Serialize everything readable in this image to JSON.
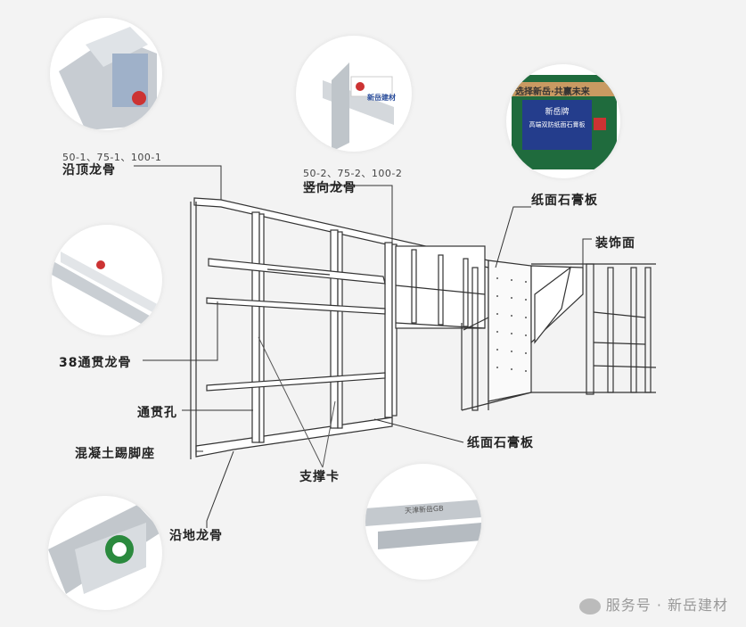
{
  "labels": {
    "top_track_spec": "50-1、75-1、100-1",
    "top_track": "沿顶龙骨",
    "stud_spec": "50-2、75-2、100-2",
    "stud": "竖向龙骨",
    "gypsum_board_top": "纸面石膏板",
    "finish_surface": "装饰面",
    "through_channel": "38通贯龙骨",
    "through_hole": "通贯孔",
    "concrete_base": "混凝土踢脚座",
    "brace_clip": "支撑卡",
    "gypsum_board_bottom": "纸面石膏板",
    "floor_track": "沿地龙骨"
  },
  "photos": {
    "board_slogan": "选择新岳·共赢未来",
    "board_brand": "新岳牌",
    "board_product": "高端双防纸面石膏板",
    "brand_logo": "新岳建材",
    "clip_text": "天津新岳GB"
  },
  "watermark": "服务号 · 新岳建材"
}
